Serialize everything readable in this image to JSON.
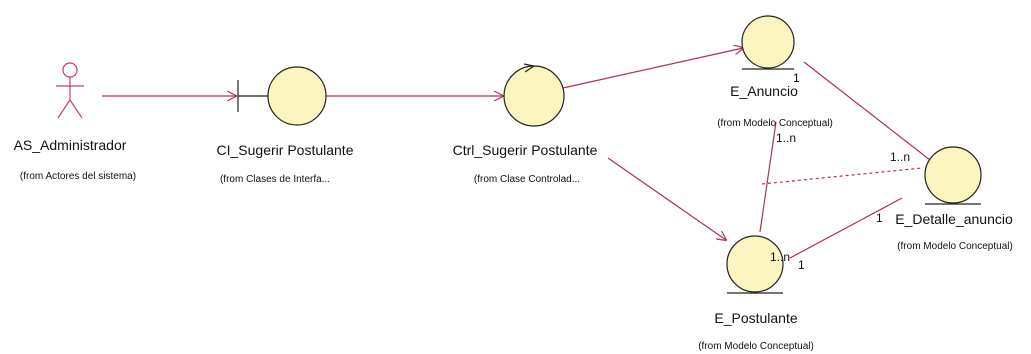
{
  "elements": {
    "actor": {
      "name": "AS_Administrador",
      "from": "(from Actores del sistema)"
    },
    "boundary": {
      "name": "CI_Sugerir Postulante",
      "from": "(from Clases de Interfa..."
    },
    "control": {
      "name": "Ctrl_Sugerir Postulante",
      "from": "(from Clase Controlad..."
    },
    "anuncio": {
      "name": "E_Anuncio",
      "from": "(from Modelo Conceptual)"
    },
    "postulante": {
      "name": "E_Postulante",
      "from": "(from Modelo Conceptual)"
    },
    "detalle": {
      "name": "E_Detalle_anuncio",
      "from": "(from Modelo Conceptual)"
    }
  },
  "multiplicities": {
    "anuncio_one": "1",
    "anuncio_many": "1..n",
    "detalle_many": "1..n",
    "detalle_one": "1",
    "postulante_many": "1..n",
    "postulante_one": "1"
  },
  "colors": {
    "line": "#b0305a",
    "fill": "#fbf5c0",
    "stroke": "#222222",
    "actor": "#c04070"
  }
}
